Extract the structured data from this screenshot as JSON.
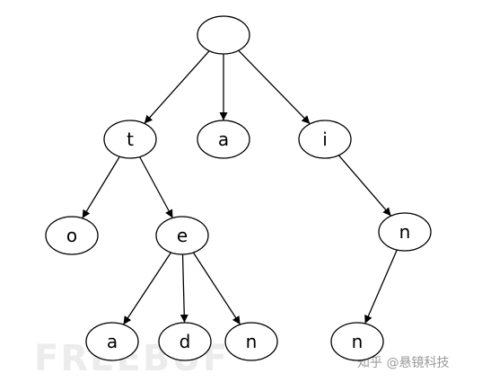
{
  "diagram": {
    "nodes": [
      {
        "id": "root",
        "label": ""
      },
      {
        "id": "t",
        "label": "t"
      },
      {
        "id": "a1",
        "label": "a"
      },
      {
        "id": "i",
        "label": "i"
      },
      {
        "id": "o",
        "label": "o"
      },
      {
        "id": "e",
        "label": "e"
      },
      {
        "id": "n1",
        "label": "n"
      },
      {
        "id": "a2",
        "label": "a"
      },
      {
        "id": "d",
        "label": "d"
      },
      {
        "id": "n2",
        "label": "n"
      },
      {
        "id": "n3",
        "label": "n"
      }
    ],
    "edges": [
      {
        "from": "root",
        "to": "t"
      },
      {
        "from": "root",
        "to": "a1"
      },
      {
        "from": "root",
        "to": "i"
      },
      {
        "from": "t",
        "to": "o"
      },
      {
        "from": "t",
        "to": "e"
      },
      {
        "from": "i",
        "to": "n1"
      },
      {
        "from": "e",
        "to": "a2"
      },
      {
        "from": "e",
        "to": "d"
      },
      {
        "from": "e",
        "to": "n2"
      },
      {
        "from": "n1",
        "to": "n3"
      }
    ]
  },
  "watermark": {
    "logo_text": "FREEBUF",
    "caption": "知乎 @悬镜科技"
  }
}
